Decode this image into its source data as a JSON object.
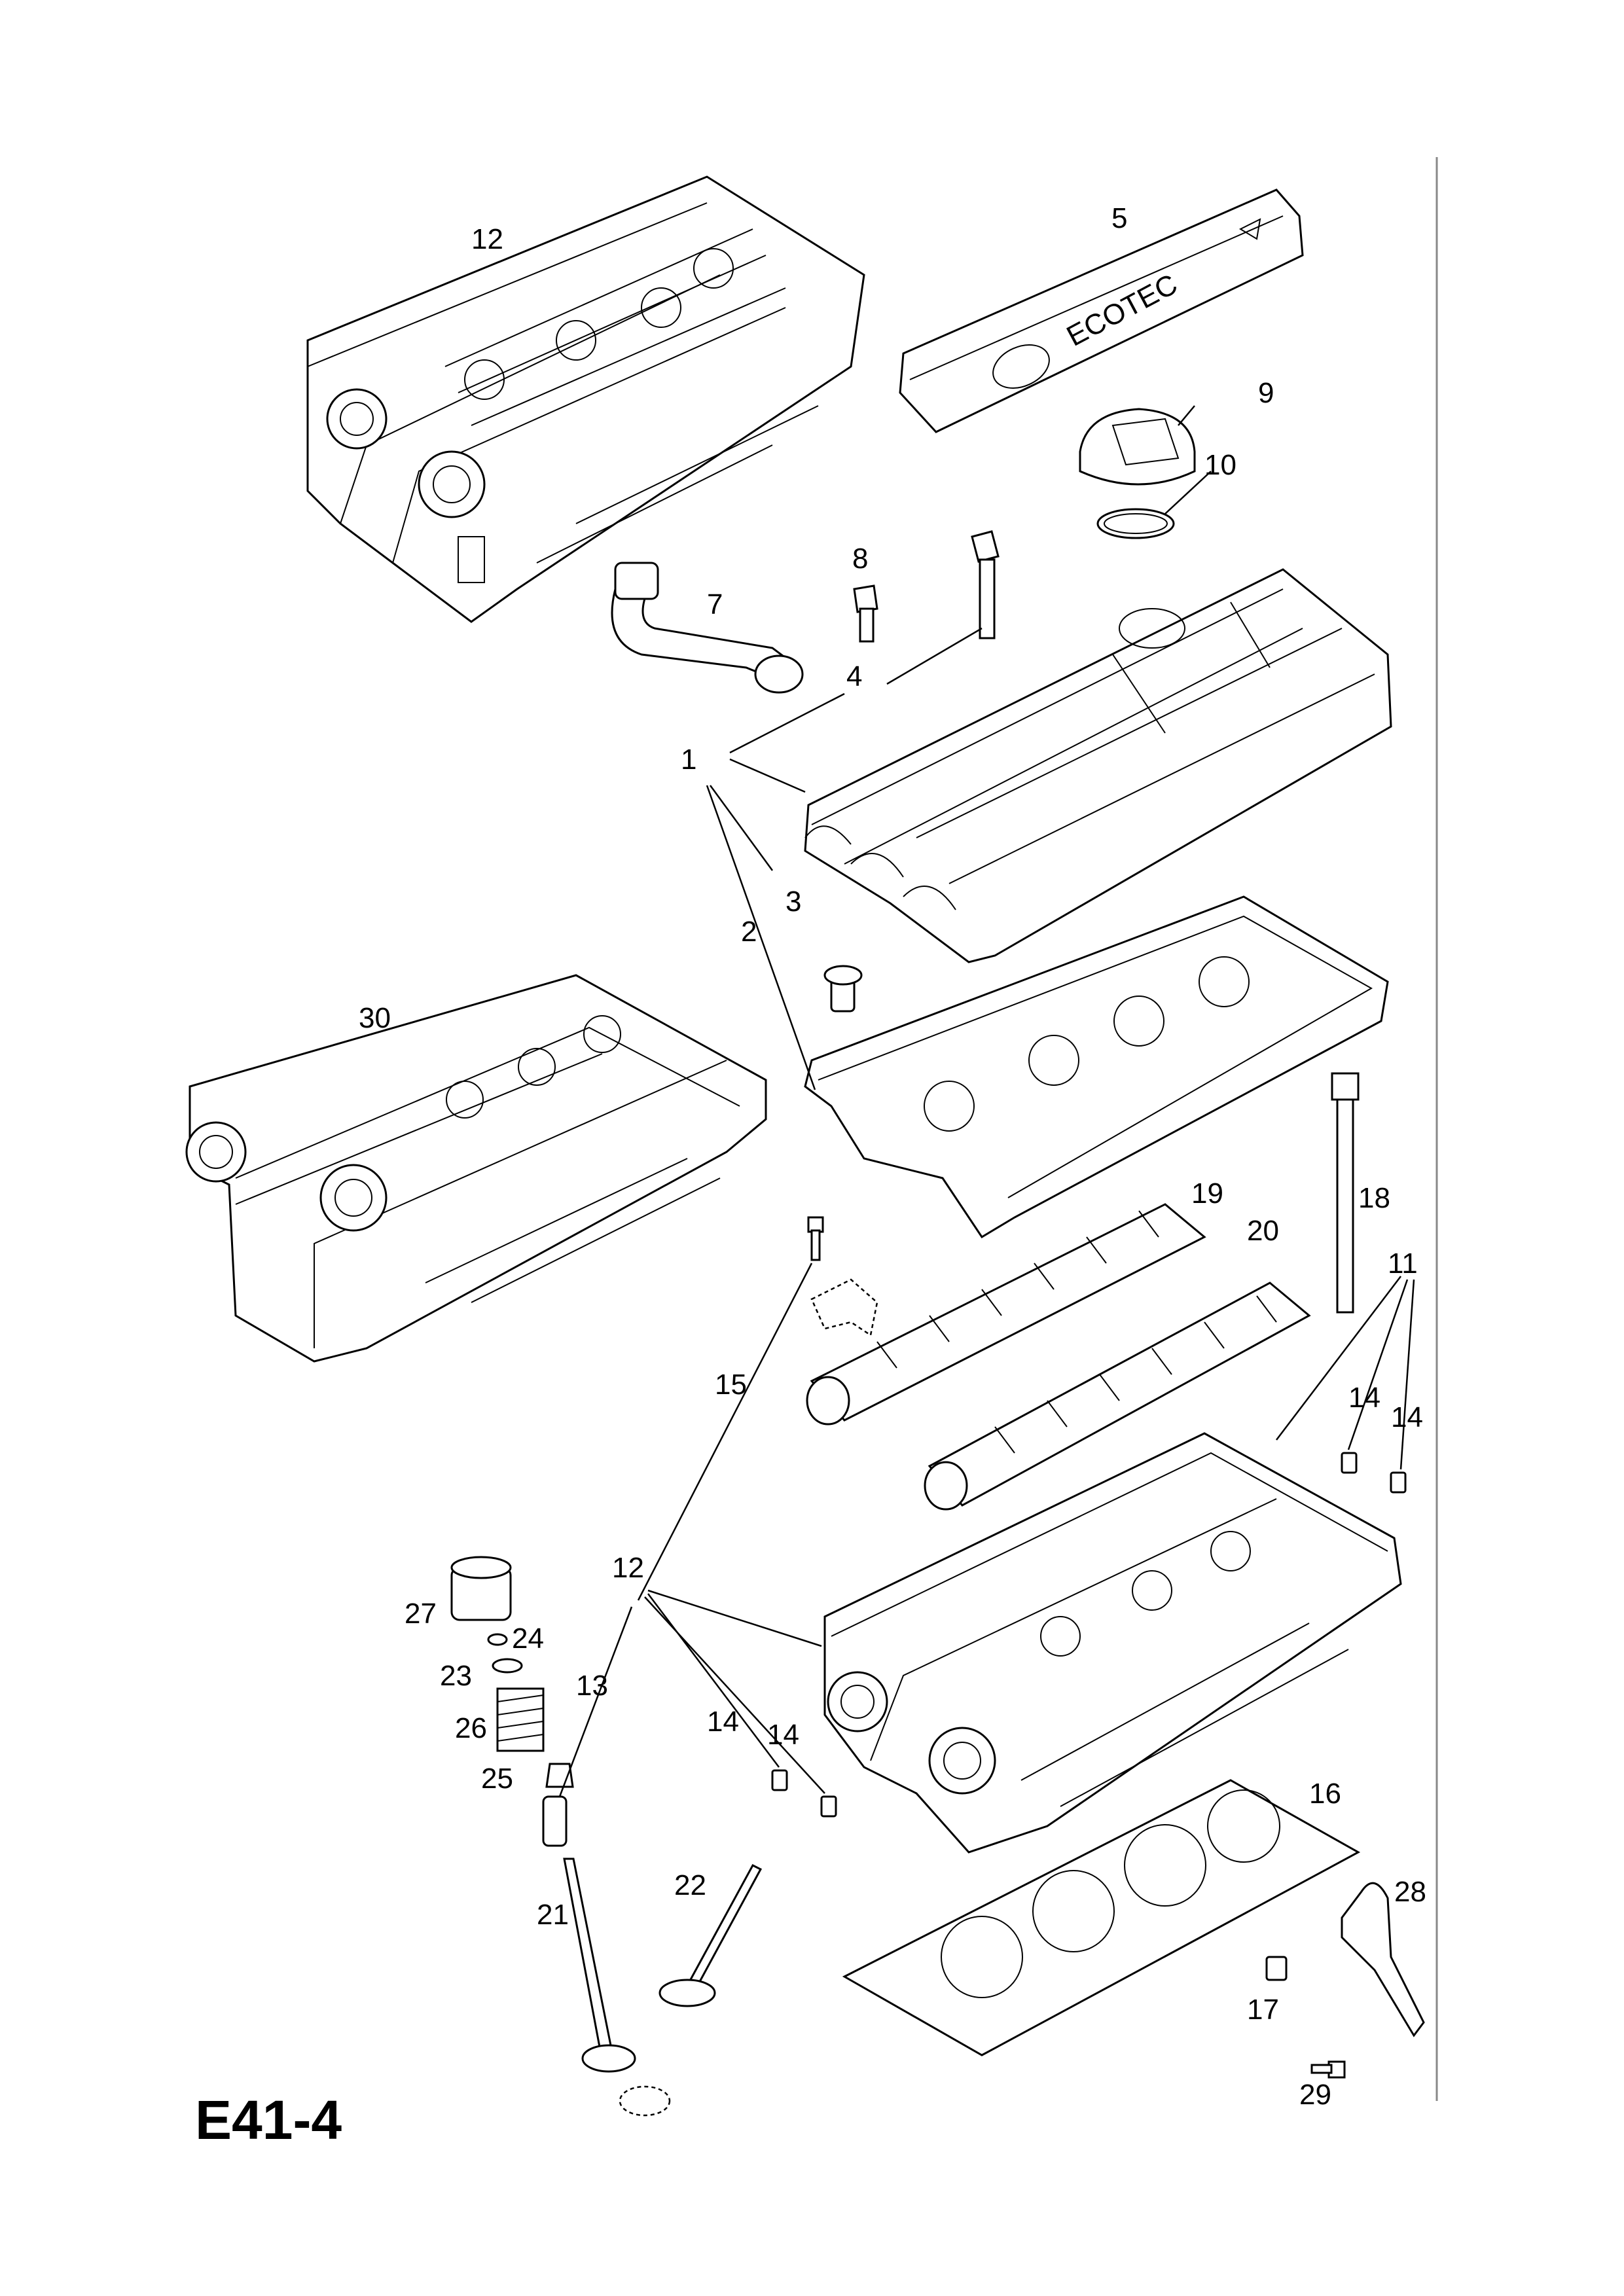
{
  "diagram_code": "E41-4",
  "cover_text": "ECOTEC",
  "cover_arrow_icon": "triangle-arrow-icon",
  "part_numbers": [
    "1",
    "2",
    "3",
    "4",
    "5",
    "7",
    "8",
    "9",
    "10",
    "11",
    "12",
    "13",
    "14",
    "15",
    "16",
    "17",
    "18",
    "19",
    "20",
    "21",
    "22",
    "23",
    "24",
    "25",
    "26",
    "27",
    "28",
    "29",
    "30"
  ]
}
